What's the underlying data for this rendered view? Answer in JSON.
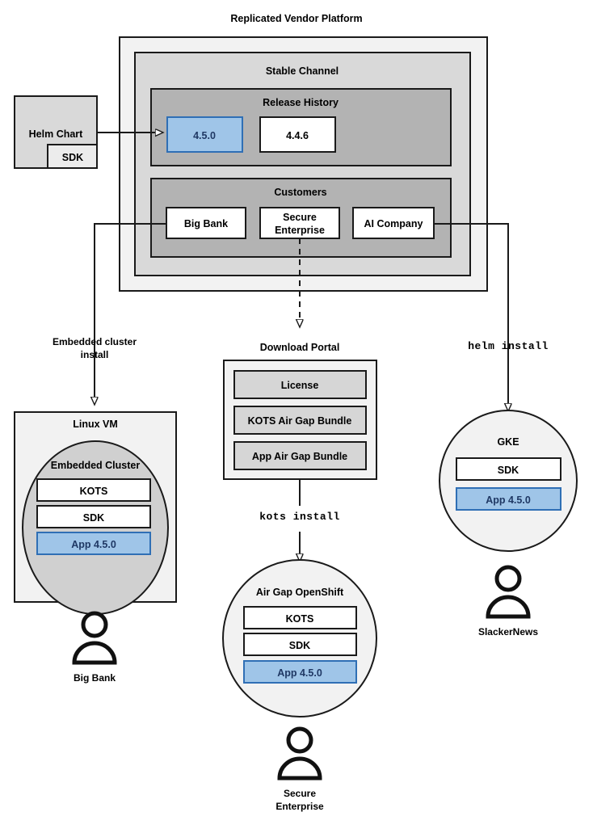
{
  "diagram": {
    "title": "Replicated Vendor Platform",
    "type": "architecture-flow"
  },
  "helm_chart": {
    "label": "Helm Chart",
    "sdk_label": "SDK"
  },
  "platform": {
    "title": "Replicated Vendor Platform",
    "channel": {
      "title": "Stable Channel",
      "release_history": {
        "title": "Release History",
        "releases": [
          {
            "version": "4.5.0",
            "state": "active"
          },
          {
            "version": "4.4.6",
            "state": "inactive"
          }
        ]
      },
      "customers": {
        "title": "Customers",
        "items": [
          {
            "name": "Big Bank"
          },
          {
            "name": "Secure\nEnterprise",
            "line1": "Secure",
            "line2": "Enterprise"
          },
          {
            "name": "AI Company"
          }
        ]
      }
    }
  },
  "flows": {
    "embedded": {
      "line1": "Embedded cluster",
      "line2": "install"
    },
    "kots": {
      "label": "kots install"
    },
    "helm": {
      "label": "helm install"
    }
  },
  "download_portal": {
    "title": "Download Portal",
    "artifacts": [
      {
        "label": "License"
      },
      {
        "label": "KOTS Air Gap Bundle"
      },
      {
        "label": "App Air Gap Bundle"
      }
    ]
  },
  "targets": {
    "linux_vm": {
      "title": "Linux VM",
      "cluster_title": "Embedded Cluster",
      "components": [
        {
          "label": "KOTS",
          "style": "white"
        },
        {
          "label": "SDK",
          "style": "white"
        },
        {
          "label": "App 4.5.0",
          "style": "blue"
        }
      ],
      "owner": "Big Bank"
    },
    "openshift": {
      "title": "Air Gap OpenShift",
      "components": [
        {
          "label": "KOTS",
          "style": "white"
        },
        {
          "label": "SDK",
          "style": "white"
        },
        {
          "label": "App 4.5.0",
          "style": "blue"
        }
      ],
      "owner_line1": "Secure",
      "owner_line2": "Enterprise"
    },
    "gke": {
      "title": "GKE",
      "components": [
        {
          "label": "SDK",
          "style": "white"
        },
        {
          "label": "App 4.5.0",
          "style": "blue"
        }
      ],
      "owner": "SlackerNews"
    }
  },
  "colors": {
    "accent_blue_fill": "#9fc5e8",
    "accent_blue_border": "#2f6fb5",
    "accent_blue_text": "#1f3864",
    "outer_panel": "#f2f2f2",
    "level2_panel": "#d9d9d9",
    "level3_panel": "#b3b3b3",
    "stroke": "#1a1a1a"
  },
  "icons": {
    "person": "person-icon",
    "arrow": "arrow-head-icon"
  }
}
